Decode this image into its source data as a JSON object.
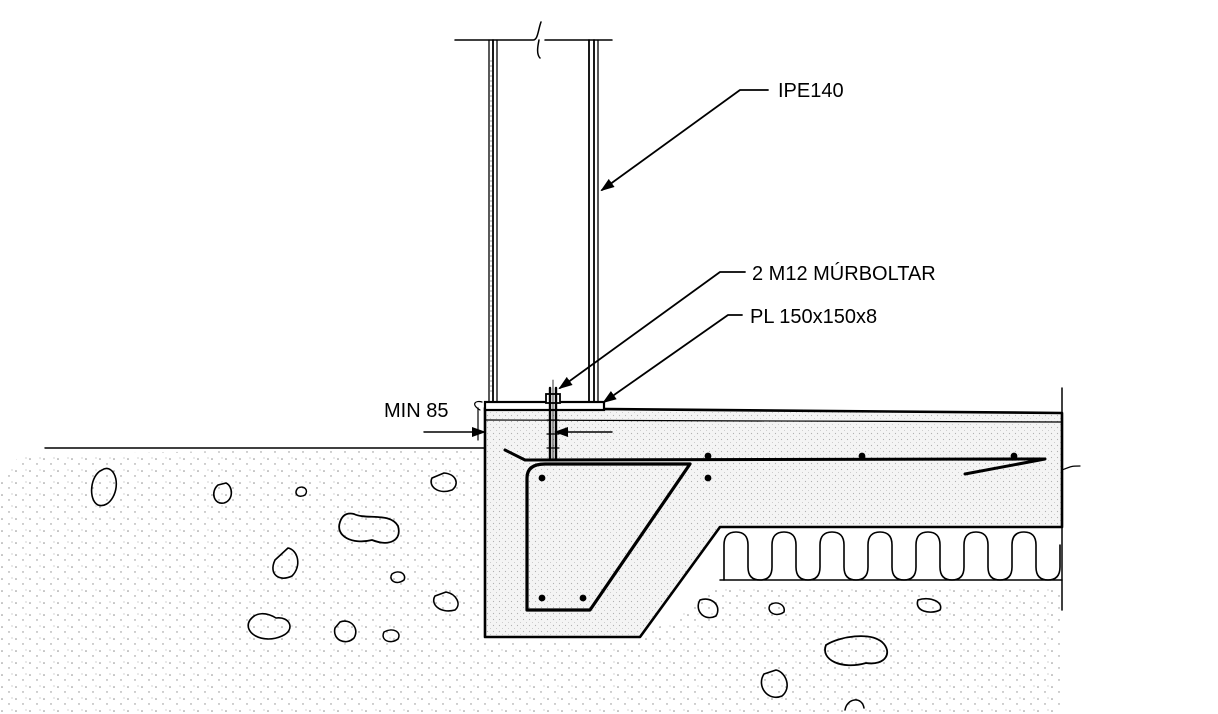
{
  "labels": {
    "column": "IPE140",
    "bolts": "2 M12 MÚRBOLTAR",
    "plate": "PL 150x150x8",
    "min_dim": "MIN 85"
  },
  "colors": {
    "ink": "#000000",
    "concrete_fill": "#eeeeee",
    "soil_dots": "#8a8a8a",
    "background": "#ffffff"
  }
}
